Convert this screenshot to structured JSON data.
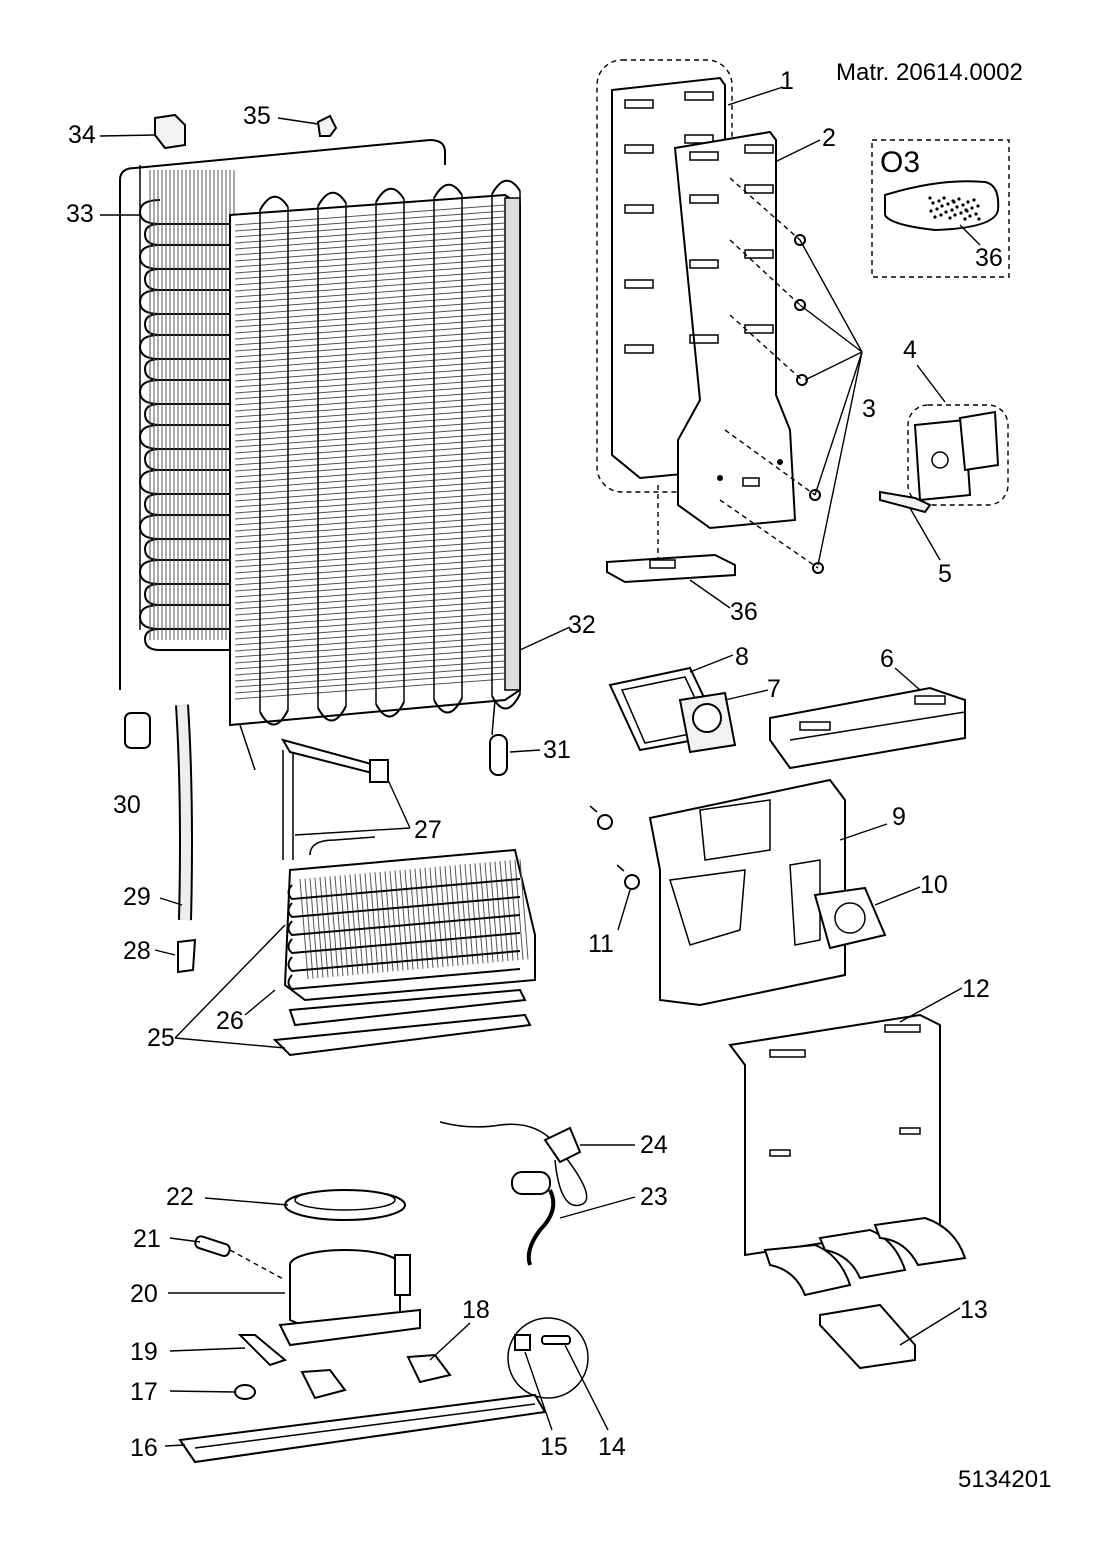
{
  "header": {
    "material_number": "Matr. 20614.0002",
    "drawing_number": "5134201"
  },
  "detail_box": {
    "title": "O3",
    "part_label": "36"
  },
  "callouts": [
    {
      "id": "1",
      "label": "1"
    },
    {
      "id": "2",
      "label": "2"
    },
    {
      "id": "3",
      "label": "3"
    },
    {
      "id": "4",
      "label": "4"
    },
    {
      "id": "5",
      "label": "5"
    },
    {
      "id": "6",
      "label": "6"
    },
    {
      "id": "7",
      "label": "7"
    },
    {
      "id": "8",
      "label": "8"
    },
    {
      "id": "9",
      "label": "9"
    },
    {
      "id": "10",
      "label": "10"
    },
    {
      "id": "11",
      "label": "11"
    },
    {
      "id": "12",
      "label": "12"
    },
    {
      "id": "13",
      "label": "13"
    },
    {
      "id": "14",
      "label": "14"
    },
    {
      "id": "15",
      "label": "15"
    },
    {
      "id": "16",
      "label": "16"
    },
    {
      "id": "17",
      "label": "17"
    },
    {
      "id": "18",
      "label": "18"
    },
    {
      "id": "19",
      "label": "19"
    },
    {
      "id": "20",
      "label": "20"
    },
    {
      "id": "21",
      "label": "21"
    },
    {
      "id": "22",
      "label": "22"
    },
    {
      "id": "23",
      "label": "23"
    },
    {
      "id": "24",
      "label": "24"
    },
    {
      "id": "25",
      "label": "25"
    },
    {
      "id": "26",
      "label": "26"
    },
    {
      "id": "27",
      "label": "27"
    },
    {
      "id": "28",
      "label": "28"
    },
    {
      "id": "29",
      "label": "29"
    },
    {
      "id": "30",
      "label": "30"
    },
    {
      "id": "31",
      "label": "31"
    },
    {
      "id": "32",
      "label": "32"
    },
    {
      "id": "33",
      "label": "33"
    },
    {
      "id": "34",
      "label": "34"
    },
    {
      "id": "35",
      "label": "35"
    },
    {
      "id": "36",
      "label": "36"
    }
  ]
}
